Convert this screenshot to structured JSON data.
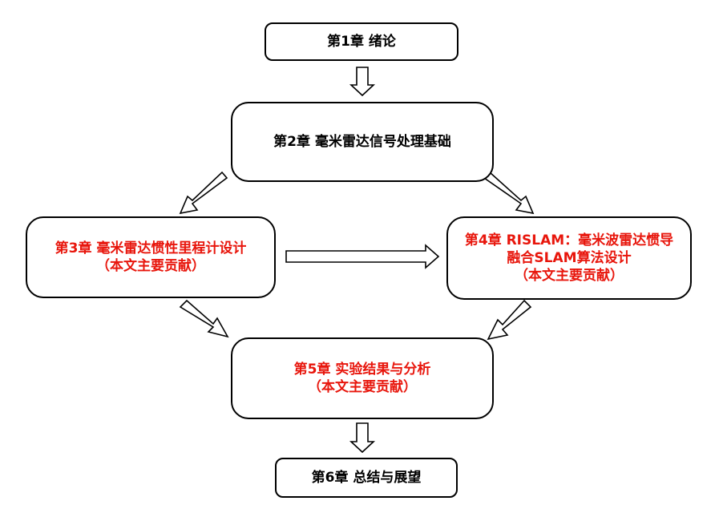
{
  "boxes": {
    "ch1": {
      "lines": [
        "第1章  绪论"
      ]
    },
    "ch2": {
      "lines": [
        "第2章  毫米雷达信号处理基础"
      ]
    },
    "ch3": {
      "lines": [
        "第3章  毫米雷达惯性里程计设计",
        "（本文主要贡献）"
      ]
    },
    "ch4": {
      "lines": [
        "第4章  RISLAM：毫米波雷达惯导",
        "融合SLAM算法设计",
        "（本文主要贡献）"
      ]
    },
    "ch5": {
      "lines": [
        "第5章  实验结果与分析",
        "（本文主要贡献）"
      ]
    },
    "ch6": {
      "lines": [
        "第6章  总结与展望"
      ]
    }
  },
  "colors": {
    "highlight": "#e8160c",
    "normal": "#000000"
  }
}
